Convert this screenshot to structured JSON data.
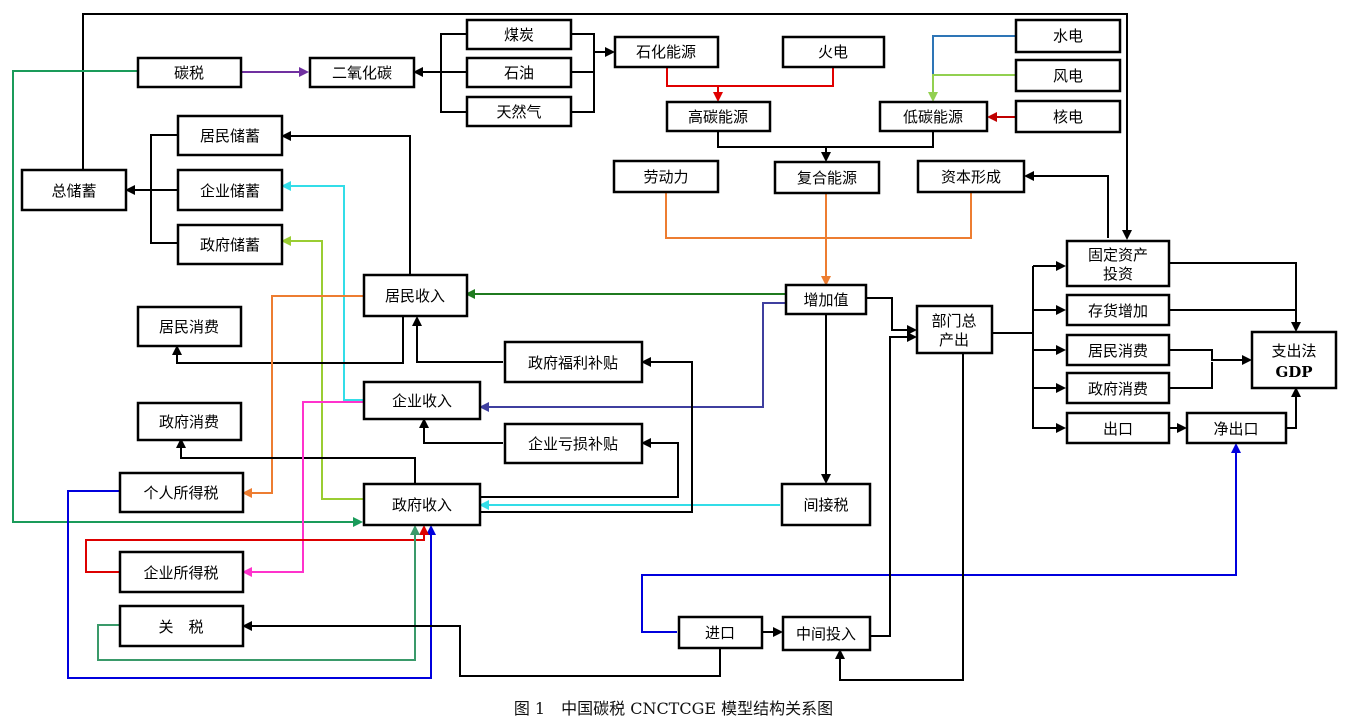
{
  "nodes": {
    "tan_shui": "碳税",
    "er_yang_hua_tan": "二氧化碳",
    "mei_tan": "煤炭",
    "shi_you": "石油",
    "tian_ran_qi": "天然气",
    "shi_hua_neng_yuan": "石化能源",
    "huo_dian": "火电",
    "shui_dian": "水电",
    "feng_dian": "风电",
    "he_dian": "核电",
    "gao_tan_neng_yuan": "高碳能源",
    "di_tan_neng_yuan": "低碳能源",
    "ju_min_chu_xu": "居民储蓄",
    "qi_ye_chu_xu": "企业储蓄",
    "zheng_fu_chu_xu": "政府储蓄",
    "zong_chu_xu": "总储蓄",
    "lao_dong_li": "劳动力",
    "fu_he_neng_yuan": "复合能源",
    "zi_ben_xing_cheng": "资本形成",
    "ju_min_shou_ru": "居民收入",
    "ju_min_xiao_fei_left": "居民消费",
    "zeng_jia_zhi": "增加值",
    "bu_men_zong_chan_chu": [
      "部门总",
      "产出"
    ],
    "gu_ding_zi_chan_tou_zi": [
      "固定资产",
      "投资"
    ],
    "cun_huo_zeng_jia": "存货增加",
    "ju_min_xiao_fei_right": "居民消费",
    "zheng_fu_xiao_fei_right": "政府消费",
    "chu_kou": "出口",
    "jing_chu_kou": "净出口",
    "zhi_chu_fa_gdp": [
      "支出法",
      "GDP"
    ],
    "zheng_fu_fu_li_bu_tie": "政府福利补贴",
    "qi_ye_shou_ru": "企业收入",
    "zheng_fu_xiao_fei_left": "政府消费",
    "qi_ye_kui_sun_bu_tie": "企业亏损补贴",
    "ge_ren_suo_de_shui": "个人所得税",
    "zheng_fu_shou_ru": "政府收入",
    "jian_jie_shui": "间接税",
    "qi_ye_suo_de_shui": "企业所得税",
    "guan_shui": "关　税",
    "jin_kou": "进口",
    "zhong_jian_tou_ru": "中间投入"
  },
  "caption": "图 1　中国碳税 CNCTCGE 模型结构关系图",
  "colors": {
    "black": "#000000",
    "green_tax": "#1a9b5a",
    "purple": "#7030a0",
    "red": "#e00000",
    "blue_hydro": "#2e75b6",
    "light_green": "#92d050",
    "dark_red": "#c00000",
    "cyan": "#33dde8",
    "yellow_green": "#9acd32",
    "orange": "#ed7d31",
    "dark_green": "#1f7a1f",
    "navy": "#3f3f9f",
    "magenta": "#ff33cc",
    "blue": "#0000dd",
    "crimson": "#dd0000",
    "sea_green": "#3a9a6a"
  }
}
